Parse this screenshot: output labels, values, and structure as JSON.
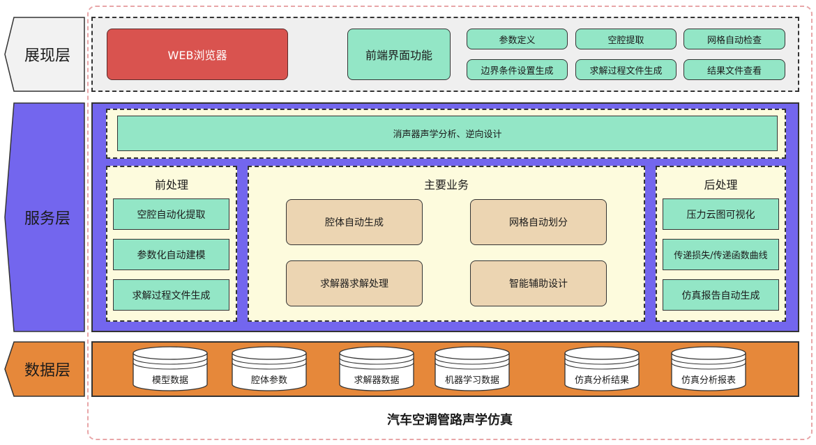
{
  "layers": {
    "presentation": "展现层",
    "service": "服务层",
    "data": "数据层"
  },
  "presentation": {
    "browser": "WEB浏览器",
    "frontend": "前端界面功能",
    "functions": [
      "参数定义",
      "空腔提取",
      "网格自动检查",
      "边界条件设置生成",
      "求解过程文件生成",
      "结果文件查看"
    ]
  },
  "service": {
    "muffler": "消声器声学分析、逆向设计",
    "pre": {
      "title": "前处理",
      "items": [
        "空腔自动化提取",
        "参数化自动建模",
        "求解过程文件生成"
      ]
    },
    "main": {
      "title": "主要业务",
      "items": [
        "腔体自动生成",
        "网格自动划分",
        "求解器求解处理",
        "智能辅助设计"
      ]
    },
    "post": {
      "title": "后处理",
      "items": [
        "压力云图可视化",
        "传递损失/传递函数曲线",
        "仿真报告自动生成"
      ]
    }
  },
  "data": {
    "stores": [
      "模型数据",
      "腔体参数",
      "求解器数据",
      "机器学习数据",
      "仿真分析结果",
      "仿真分析报表"
    ]
  },
  "title": "汽车空调管路声学仿真",
  "colors": {
    "browser": "#d9534f",
    "green": "#93e6c6",
    "service_bg": "#7366ee",
    "cream": "#fdfbdd",
    "tan": "#ecd5b2",
    "data_bg": "#e6883a",
    "frame": "#e8a6a8"
  }
}
